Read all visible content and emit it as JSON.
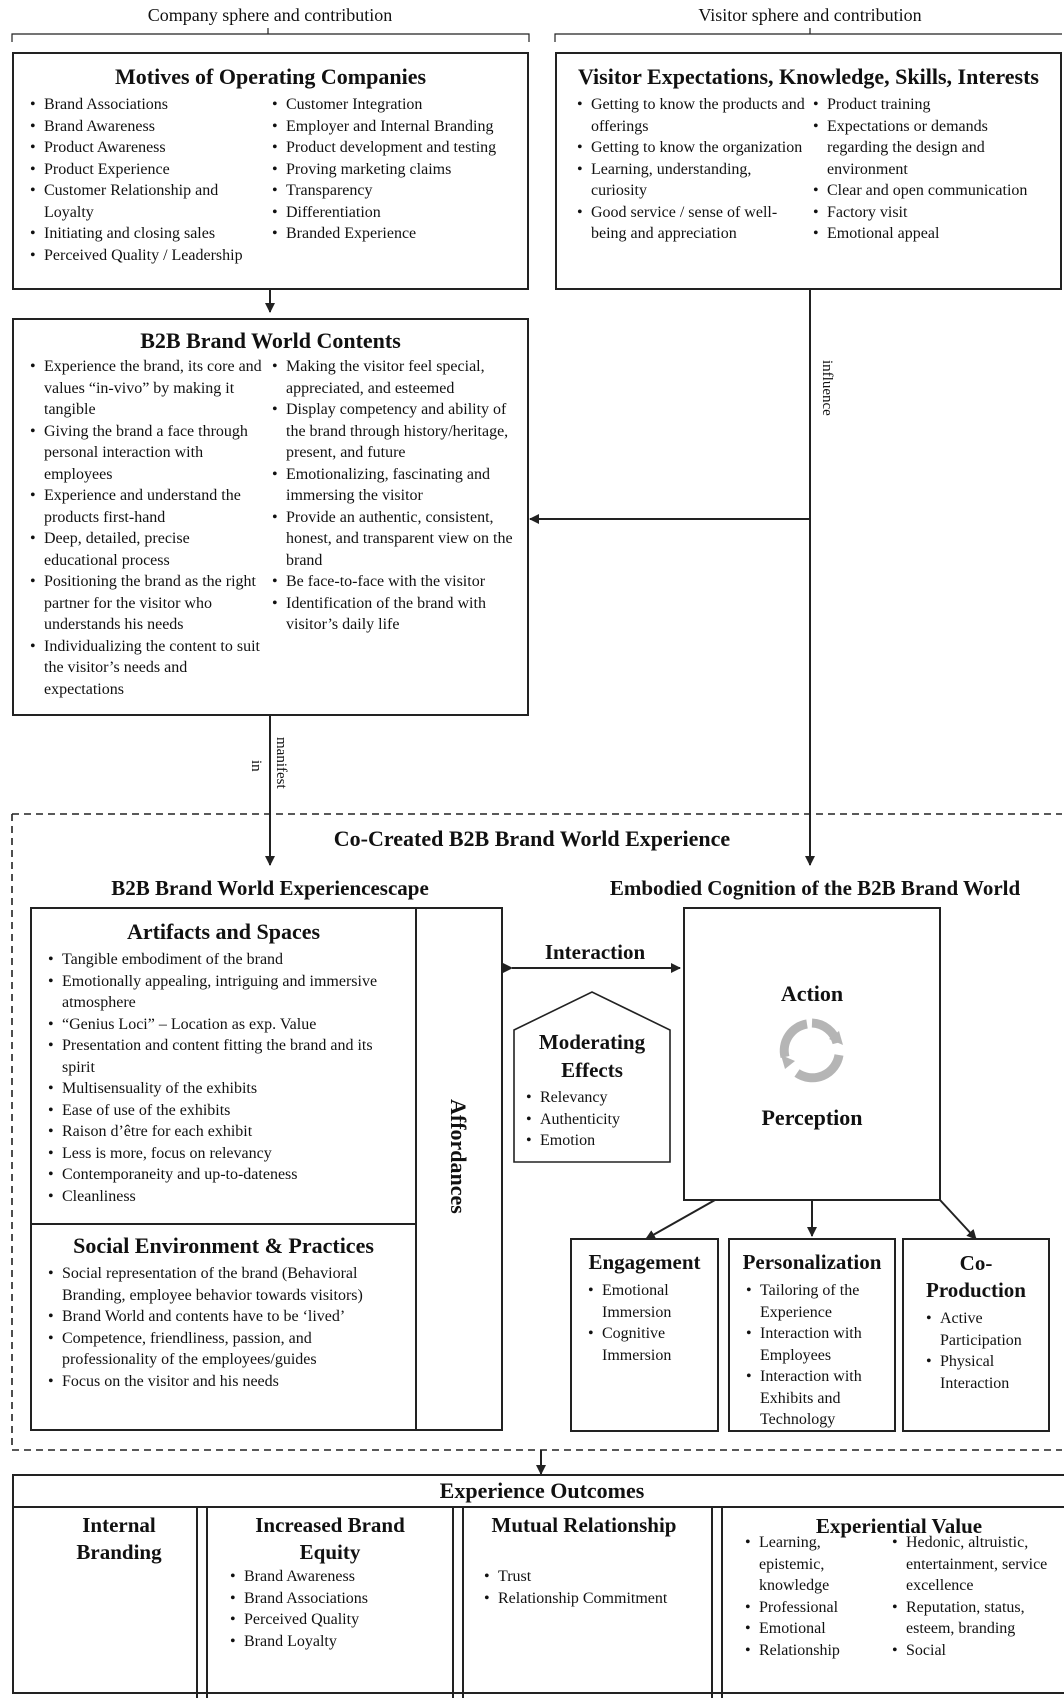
{
  "spheres": {
    "company": "Company sphere and contribution",
    "visitor": "Visitor sphere and contribution"
  },
  "motives": {
    "title": "Motives of Operating Companies",
    "left": [
      "Brand Associations",
      "Brand Awareness",
      "Product Awareness",
      "Product Experience",
      "Customer Relationship and Loyalty",
      "Initiating and closing sales",
      "Perceived Quality / Leadership"
    ],
    "right": [
      "Customer Integration",
      "Employer and Internal Branding",
      "Product development and testing",
      "Proving marketing claims",
      "Transparency",
      "Differentiation",
      "Branded Experience"
    ]
  },
  "visitor": {
    "title": "Visitor Expectations, Knowledge, Skills, Interests",
    "left": [
      "Getting to know the products and offerings",
      "Getting to know the organization",
      "Learning, understanding, curiosity",
      "Good service / sense of well-being and appreciation"
    ],
    "right": [
      "Product training",
      "Expectations or demands regarding the design and environment",
      "Clear and open communication",
      "Factory visit",
      "Emotional appeal"
    ]
  },
  "contents": {
    "title": "B2B Brand World Contents",
    "left": [
      "Experience the brand, its core and values “in-vivo” by making it tangible",
      "Giving the brand a face through personal interaction with employees",
      "Experience and understand the products first-hand",
      "Deep, detailed, precise educational process",
      "Positioning the brand as the right partner for the visitor who understands his needs",
      "Individualizing the content to suit the visitor’s needs and expectations"
    ],
    "right": [
      "Making the visitor feel special, appreciated, and esteemed",
      "Display competency and ability of the brand through history/heritage, present, and future",
      "Emotionalizing, fascinating and immersing the visitor",
      "Provide an authentic, consistent, honest, and transparent view on the brand",
      "Be face-to-face with the visitor",
      "Identification of the brand with visitor’s daily life"
    ]
  },
  "labels": {
    "influence": "influence",
    "manifest": "manifest",
    "in": "in",
    "interaction": "Interaction",
    "affordances": "Affordances"
  },
  "cocreated": {
    "title": "Co-Created B2B Brand World Experience",
    "escape_title": "B2B Brand World Experiencescape",
    "embodied_title": "Embodied Cognition of the B2B Brand World"
  },
  "artifacts": {
    "title": "Artifacts and Spaces",
    "items": [
      "Tangible embodiment of the brand",
      "Emotionally appealing, intriguing and immersive atmosphere",
      "“Genius Loci” – Location as exp. Value",
      "Presentation and content fitting the brand and its spirit",
      "Multisensuality of the exhibits",
      "Ease of use of the exhibits",
      "Raison d’être for each exhibit",
      "Less is more, focus on relevancy",
      "Contemporaneity and up-to-dateness",
      "Cleanliness"
    ]
  },
  "social": {
    "title": "Social Environment & Practices",
    "items": [
      "Social representation of the brand (Behavioral Branding, employee behavior towards visitors)",
      "Brand World and contents have to be ‘lived’",
      "Competence, friendliness, passion, and professionality of the employees/guides",
      "Focus on the visitor and his needs"
    ]
  },
  "moderating": {
    "title": "Moderating Effects",
    "items": [
      "Relevancy",
      "Authenticity",
      "Emotion"
    ]
  },
  "cognition": {
    "action": "Action",
    "perception": "Perception",
    "cycle_icon": "cycle-arrows-icon"
  },
  "engagement": {
    "title": "Engagement",
    "items": [
      "Emotional Immersion",
      "Cognitive Immersion"
    ]
  },
  "personalization": {
    "title": "Personalization",
    "items": [
      "Tailoring of the Experience",
      "Interaction with Employees",
      "Interaction with Exhibits and Technology"
    ]
  },
  "coproduction": {
    "title": "Co-Production",
    "items": [
      "Active Participation",
      "Physical Interaction"
    ]
  },
  "outcomes": {
    "title": "Experience Outcomes",
    "internal": {
      "title": "Internal Branding"
    },
    "equity": {
      "title": "Increased Brand Equity",
      "items": [
        "Brand Awareness",
        "Brand Associations",
        "Perceived Quality",
        "Brand Loyalty"
      ]
    },
    "relationship": {
      "title": "Mutual Relationship",
      "items": [
        "Trust",
        "Relationship Commitment"
      ]
    },
    "experiential": {
      "title": "Experiential Value",
      "left": [
        "Learning, epistemic, knowledge",
        "Professional",
        "Emotional",
        "Relationship"
      ],
      "right": [
        "Hedonic, altruistic, entertainment, service excellence",
        "Reputation, status, esteem, branding",
        "Social"
      ]
    }
  },
  "colors": {
    "line": "#222222",
    "background": "#ffffff",
    "cycle": "#b5b5b5"
  }
}
